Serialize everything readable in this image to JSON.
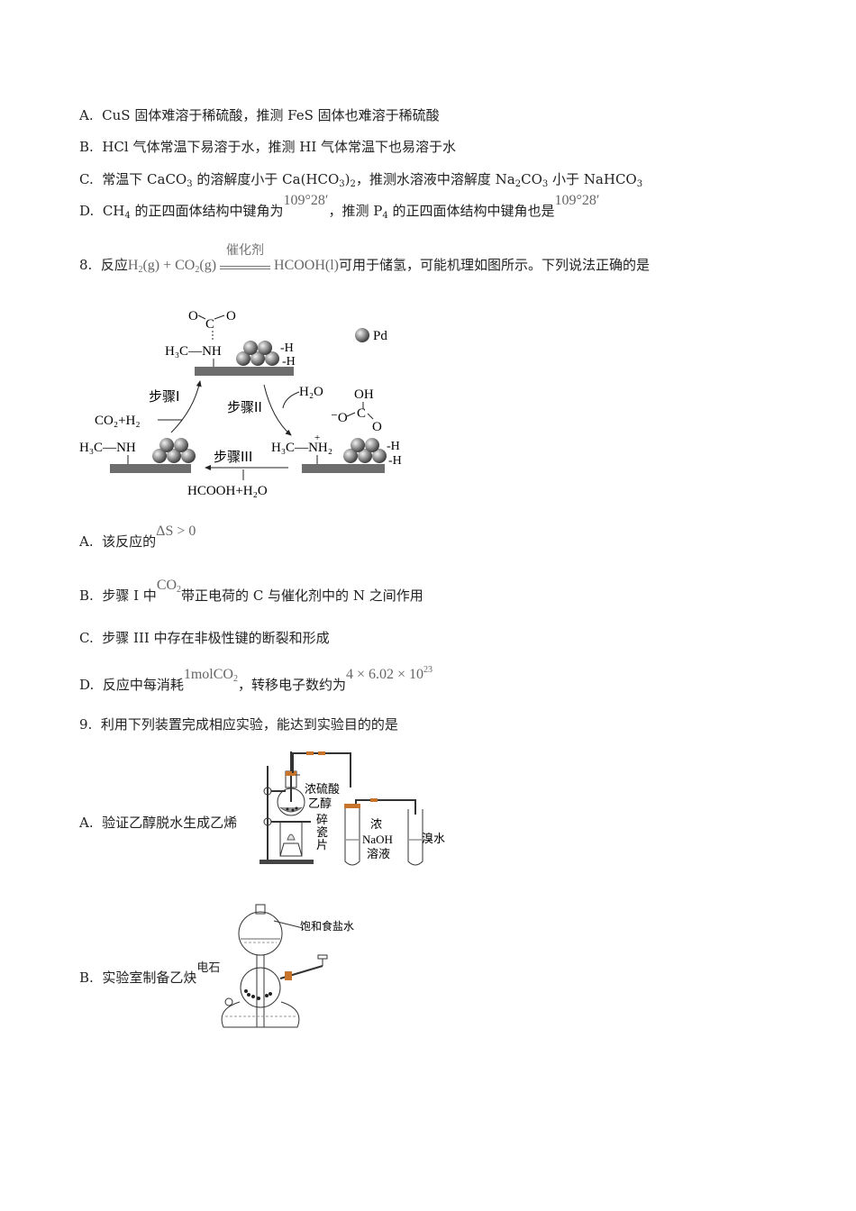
{
  "q7": {
    "options": [
      {
        "letter": "A.",
        "text": "CuS 固体难溶于稀硫酸，推测 FeS 固体也难溶于稀硫酸"
      },
      {
        "letter": "B.",
        "text": "HCl 气体常温下易溶于水，推测 HI 气体常温下也易溶于水"
      },
      {
        "letter": "C.",
        "pre": "常温下 CaCO",
        "s1": "3",
        "mid1": " 的溶解度小于 Ca(HCO",
        "s2": "3",
        "mid2": ")",
        "s3": "2",
        "mid3": "，推测水溶液中溶解度 Na",
        "s4": "2",
        "mid4": "CO",
        "s5": "3",
        "mid5": " 小于 NaHCO",
        "s6": "3"
      },
      {
        "letter": "D.",
        "pre": "CH",
        "s1": "4",
        "mid1": " 的正四面体结构中键角为",
        "angle": "109°28′",
        "mid2": "，推测 P",
        "s2": "4",
        "mid3": " 的正四面体结构中键角也是"
      }
    ]
  },
  "q8": {
    "number": "8.",
    "stem_pre": "反应",
    "eq_lhs1": "H",
    "eq_lhs1_sub": "2",
    "eq_lhs1_state": "(g)",
    "eq_plus": "+",
    "eq_lhs2": "CO",
    "eq_lhs2_sub": "2",
    "eq_lhs2_state": "(g)",
    "eq_catalyst": "催化剂",
    "eq_rhs": "HCOOH",
    "eq_rhs_state": "(l)",
    "stem_post": "可用于储氢，可能机理如图所示。下列说法正确的是",
    "diagram": {
      "pd_label": "Pd",
      "step1": "步骤I",
      "step2": "步骤II",
      "step3": "步骤III",
      "co2_h2": "CO₂+H₂",
      "h2o": "H₂O",
      "products": "HCOOH+H₂O",
      "h3c_nh": "H₃C—NH",
      "h3c_nh2": "H₃C—NH₂",
      "plus": "+",
      "o": "O",
      "c": "C",
      "oh": "OH",
      "neg_o": "⁻O",
      "h": "H"
    },
    "options": [
      {
        "letter": "A.",
        "text": "该反应的",
        "formula": "ΔS > 0"
      },
      {
        "letter": "B.",
        "text_pre": "步骤 I 中",
        "formula": "CO",
        "formula_sub": "2",
        "text_post": "带正电荷的 C 与催化剂中的 N 之间作用"
      },
      {
        "letter": "C.",
        "text": "步骤 III 中存在非极性键的断裂和形成"
      },
      {
        "letter": "D.",
        "text_pre": "反应中每消耗",
        "formula": "1molCO",
        "formula_sub": "2",
        "text_mid": "，转移电子数约为",
        "formula2": "4 × 6.02 × 10",
        "formula2_sup": "23"
      }
    ]
  },
  "q9": {
    "number": "9.",
    "stem": "利用下列装置完成相应实验，能达到实验目的的是",
    "options": [
      {
        "letter": "A.",
        "text": "验证乙醇脱水生成乙烯",
        "labels": {
          "acid": "浓硫酸",
          "ethanol": "乙醇",
          "chips1": "碎",
          "chips2": "瓷",
          "chips3": "片",
          "conc": "浓",
          "naoh": "NaOH",
          "solution": "溶液",
          "bromine": "溴水"
        }
      },
      {
        "letter": "B.",
        "text": "实验室制备乙炔",
        "labels": {
          "brine": "饱和食盐水",
          "carbide": "电石"
        }
      }
    ]
  }
}
